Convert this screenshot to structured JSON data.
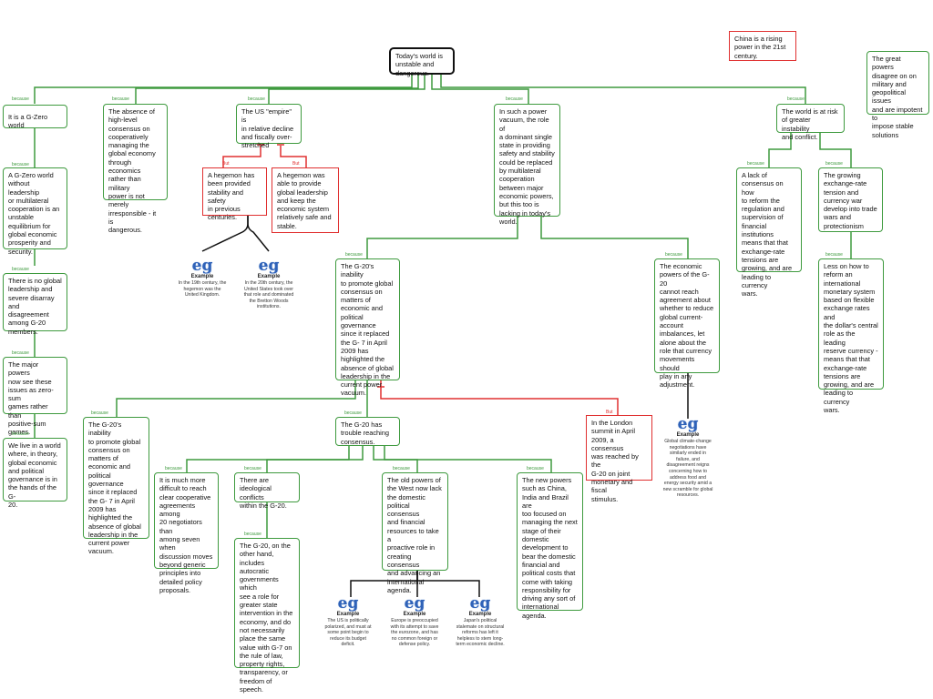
{
  "nodes": {
    "root": "Today's world is\nunstable and\ndangerous.",
    "china": "China is a rising\npower in the 21st\ncentury.",
    "great_powers": "The great powers\ndisagree on on\nmilitary and\ngeopolitical issues\nand are impotent to\nimpose stable\nsolutions",
    "gzero_world": "It is a G-Zero world",
    "gzero_def": "A G-Zero world\nwithout leadership\nor multilateral\ncooperation is an\nunstable\nequilibrium for\nglobal economic\nprosperity and\nsecurity.",
    "no_leadership": "There is no global\nleadership and\nsevere disarray and\ndisagreement\namong G-20\nmembers.",
    "zero_sum": "The major powers\nnow see these\nissues as zero-sum\ngames rather than\npositive-sum\ngames.",
    "we_live": "We live in a world\nwhere, in theory,\nglobal economic\nand political\ngovernance is in\nthe hands of the G-\n20.",
    "absence": "The absence of\nhigh-level\nconsensus on\ncooperatively\nmanaging the\nglobal economy\nthrough economics\nrather than military\npower is not merely\nirresponsible - it is\ndangerous.",
    "us_empire": "The US \"empire\" is\nin relative decline\nand fiscally over-\nstretched",
    "hegemon_1": "A hegemon has\nbeen provided\nstability and safety\nin previous\ncenturies.",
    "hegemon_2": "A hegemon was\nable to provide\nglobal leadership\nand keep the\neconomic system\nrelatively safe and\nstable.",
    "vacuum": "In such a power\nvacuum, the role of\na dominant single\nstate in providing\nsafety and stability\ncould be replaced\nby multilateral\ncooperation\nbetween major\neconomic powers,\nbut this too is\nlacking in today's\nworld.",
    "g20_inability": "The G-20's inability\nto promote global\nconsensus on\nmatters of\neconomic and\npolitical governance\nsince it replaced\nthe G- 7 in April\n2009 has\nhighlighted the\nabsence of global\nleadership in the\ncurrent power\nvacuum.",
    "g20_inability_2": "The G-20's inability\nto promote global\nconsensus on\nmatters of\neconomic and\npolitical governance\nsince it replaced\nthe G- 7 in April\n2009 has\nhighlighted the\nabsence of global\nleadership in the\ncurrent power\nvacuum.",
    "econ_powers": "The economic\npowers of the G-20\ncannot reach\nagreement about\nwhether to reduce\nglobal current-\naccount\nimbalances, let\nalone about the\nrole that currency\nmovements should\nplay in any\nadjustment.",
    "instability": "The world is at risk\nof greater instability\nand conflict.",
    "lack_consensus": "A lack of\nconsensus on how\nto reform the\nregulation and\nsupervision of\nfinancial institutions\nmeans that that\nexchange-rate\ntensions are\ngrowing, and are\nleading to currency\nwars.",
    "growing_tension": "The growing\nexchange-rate\ntension and\ncurrency war\ndevelop into trade\nwars and\nprotectionism",
    "less_reform": "Less on how to\nreform an\ninternational\nmonetary system\nbased on flexible\nexchange rates and\nthe dollar's central\nrole as the leading\nreserve currency -\nmeans that that\nexchange-rate\ntensions are\ngrowing, and are\nleading to currency\nwars.",
    "trouble": "The G-20 has\ntrouble reaching\nconsensus.",
    "london": "In the London\nsummit in April\n2009, a consensus\nwas reached by the\nG-20 on joint\nmonetary and fiscal\nstimulus.",
    "difficult": "It is much more\ndifficult to reach\nclear cooperative\nagreements among\n20 negotiators than\namong seven when\ndiscussion moves\nbeyond generic\nprinciples into\ndetailed policy\nproposals.",
    "ideological": "There are\nideological conflicts\nwithin the G-20.",
    "autocratic": "The G-20, on the\nother hand,\nincludes autocratic\ngovernments which\nsee a role for\ngreater state\nintervention in the\neconomy, and do\nnot necessarily\nplace the same\nvalue with G-7 on\nthe rule of law,\nproperty rights,\ntransparency, or\nfreedom of speech.",
    "old_powers": "The old powers of\nthe West now lack\nthe domestic\npolitical consensus\nand financial\nresources to take a\nproactive role in\ncreating consensus\nand advancing an\ninternational\nagenda.",
    "new_powers": "The new powers\nsuch as China,\nIndia and Brazil are\ntoo focused on\nmanaging the next\nstage of their\ndomestic\ndevelopment to\nbear the domestic\nfinancial and\npolitical costs that\ncome with taking\nresponsibility for\ndriving any sort of\ninternational\nagenda."
  },
  "labels": {
    "because": "because",
    "but": "But"
  },
  "examples": {
    "icon_text": "eg",
    "title": "Example",
    "uk": "In the 19th century, the\nhegemon was the\nUnited Kingdom.",
    "us": "In the 20th century, the\nUnited States took over\nthat role and dominated\nthe Bretton Woods\ninstitutions.",
    "climate": "Global climate-change\nnegotiations have\nsimilarly ended in\nfailure, and\ndisagreement reigns\nconcerning how to\naddress food and\nenergy security amid a\nnew scramble for global\nresources.",
    "us_polarized": "The US is politically\npolarized, and must at\nsome point begin to\nreduce its budget\ndeficit.",
    "europe": "Europe is preoccupied\nwith its attempt to save\nthe eurozone, and has\nno common foreign or\ndefense policy.",
    "japan": "Japan's political\nstalemate on structural\nreforms has left it\nhelpless to stem long-\nterm economic decline."
  },
  "colors": {
    "support": "#3e9a3e",
    "oppose": "#e03030",
    "example_link": "#111111",
    "icon": "#2f62b8"
  }
}
